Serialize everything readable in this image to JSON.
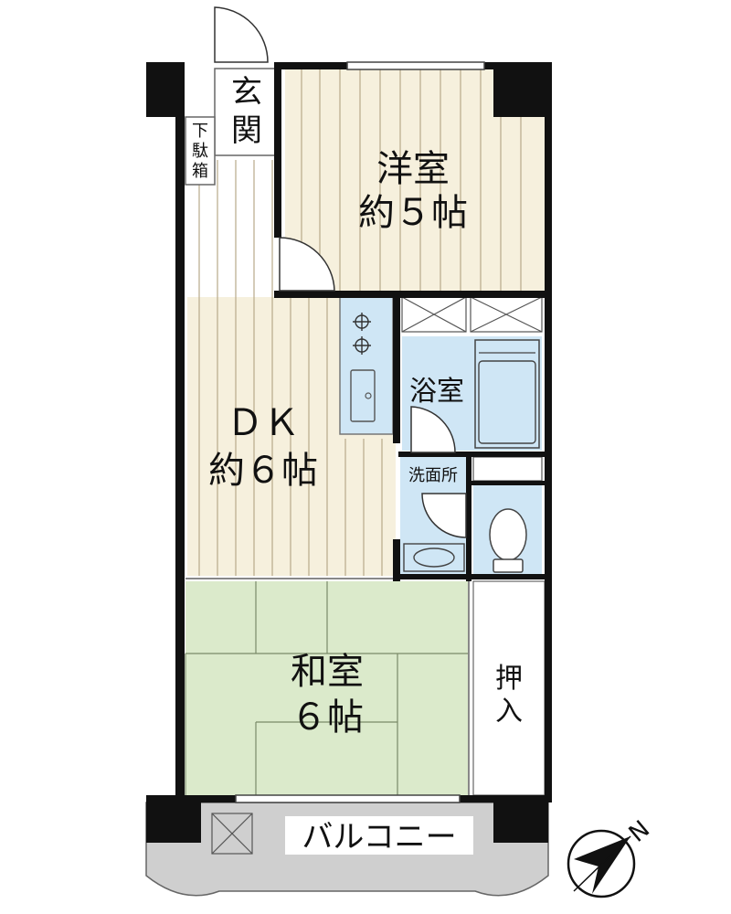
{
  "rooms": {
    "entrance": {
      "line1": "玄",
      "line2": "関"
    },
    "shoe_box": {
      "line1": "下",
      "line2": "駄",
      "line3": "箱"
    },
    "western_room": {
      "name": "洋室",
      "size": "約５帖"
    },
    "dk": {
      "name": "ＤＫ",
      "size": "約６帖"
    },
    "bathroom": {
      "name": "浴室"
    },
    "washroom": {
      "name": "洗面所"
    },
    "japanese_room": {
      "name": "和室",
      "size": "６帖"
    },
    "closet": {
      "line1": "押",
      "line2": "入"
    },
    "balcony": {
      "name": "バルコニー"
    }
  },
  "compass": {
    "label": "N"
  },
  "colors": {
    "wall": "#111111",
    "floor_wood": "#f6f0dd",
    "tatami": "#dbeacb",
    "wet_area": "#cfe6f5",
    "balcony": "#cfcfcf"
  }
}
